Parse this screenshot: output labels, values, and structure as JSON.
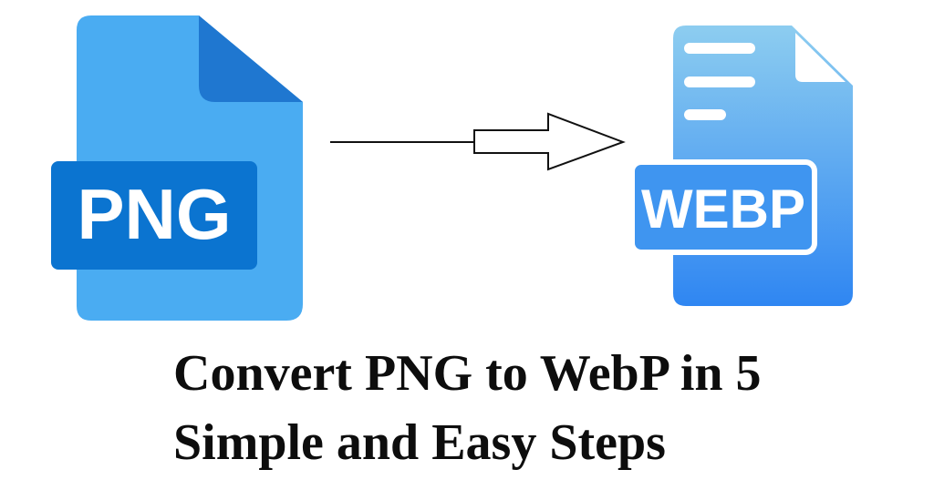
{
  "source_file": {
    "format_label": "PNG",
    "colors": {
      "body": "#4aacf2",
      "fold": "#1f77d0",
      "badge": "#0b74d0",
      "text": "#ffffff"
    }
  },
  "target_file": {
    "format_label": "WEBP",
    "colors": {
      "gradient_top": "#8dcdf0",
      "gradient_bottom": "#2f86f2",
      "badge": "#3f95f0",
      "badge_border": "#ffffff",
      "text": "#ffffff"
    }
  },
  "arrow": {
    "icon": "convert-arrow-icon",
    "color": "#111111"
  },
  "headline": {
    "line1": "Convert PNG to WebP in 5",
    "line2": "Simple and Easy Steps"
  }
}
